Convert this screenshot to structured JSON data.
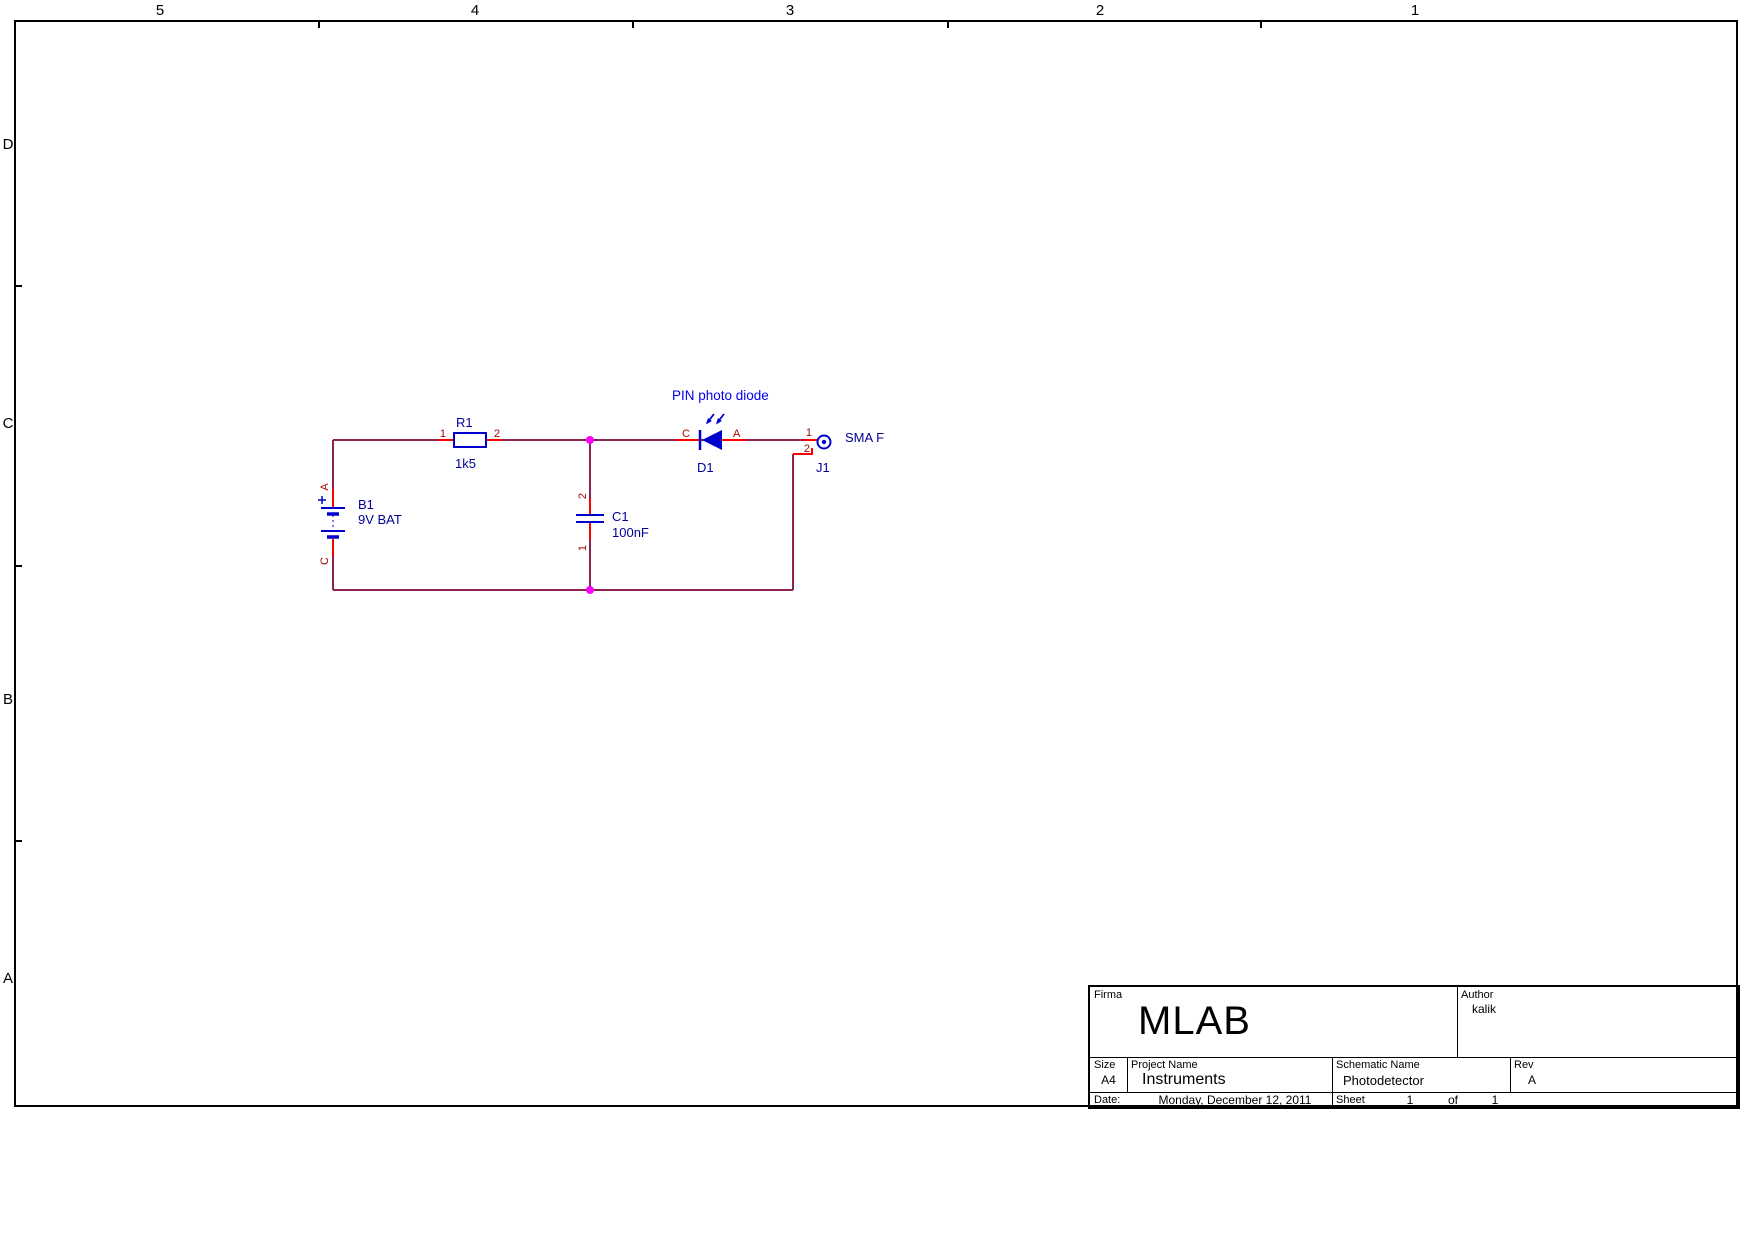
{
  "colors": {
    "net": "#8b2252",
    "pin": "#ff0000",
    "symbol": "#0000cc",
    "junction": "#ff00ff",
    "label": "#000099",
    "note": "#0000ee",
    "pin_text": "#9c0000"
  },
  "frame": {
    "columns": [
      "5",
      "4",
      "3",
      "2",
      "1"
    ],
    "rows": [
      "D",
      "C",
      "B",
      "A"
    ]
  },
  "circuit": {
    "note": "PIN photo diode",
    "battery": {
      "refdes": "B1",
      "value": "9V BAT",
      "pin_top": "A",
      "pin_bottom": "C"
    },
    "resistor": {
      "refdes": "R1",
      "value": "1k5",
      "pin1": "1",
      "pin2": "2"
    },
    "capacitor": {
      "refdes": "C1",
      "value": "100nF",
      "pin_top": "2",
      "pin_bottom": "1"
    },
    "diode": {
      "refdes": "D1",
      "pin_c": "C",
      "pin_a": "A"
    },
    "connector": {
      "refdes": "J1",
      "value": "SMA F",
      "pin1": "1",
      "pin2": "2"
    }
  },
  "title_block": {
    "firma_label": "Firma",
    "company": "MLAB",
    "author_label": "Author",
    "author": "kalik",
    "size_label": "Size",
    "size": "A4",
    "project_label": "Project Name",
    "project": "Instruments",
    "schematic_label": "Schematic Name",
    "schematic": "Photodetector",
    "rev_label": "Rev",
    "rev": "A",
    "date_label": "Date:",
    "date": "Monday, December 12, 2011",
    "sheet_label": "Sheet",
    "sheet_number": "1",
    "of_label": "of",
    "sheet_total": "1"
  }
}
